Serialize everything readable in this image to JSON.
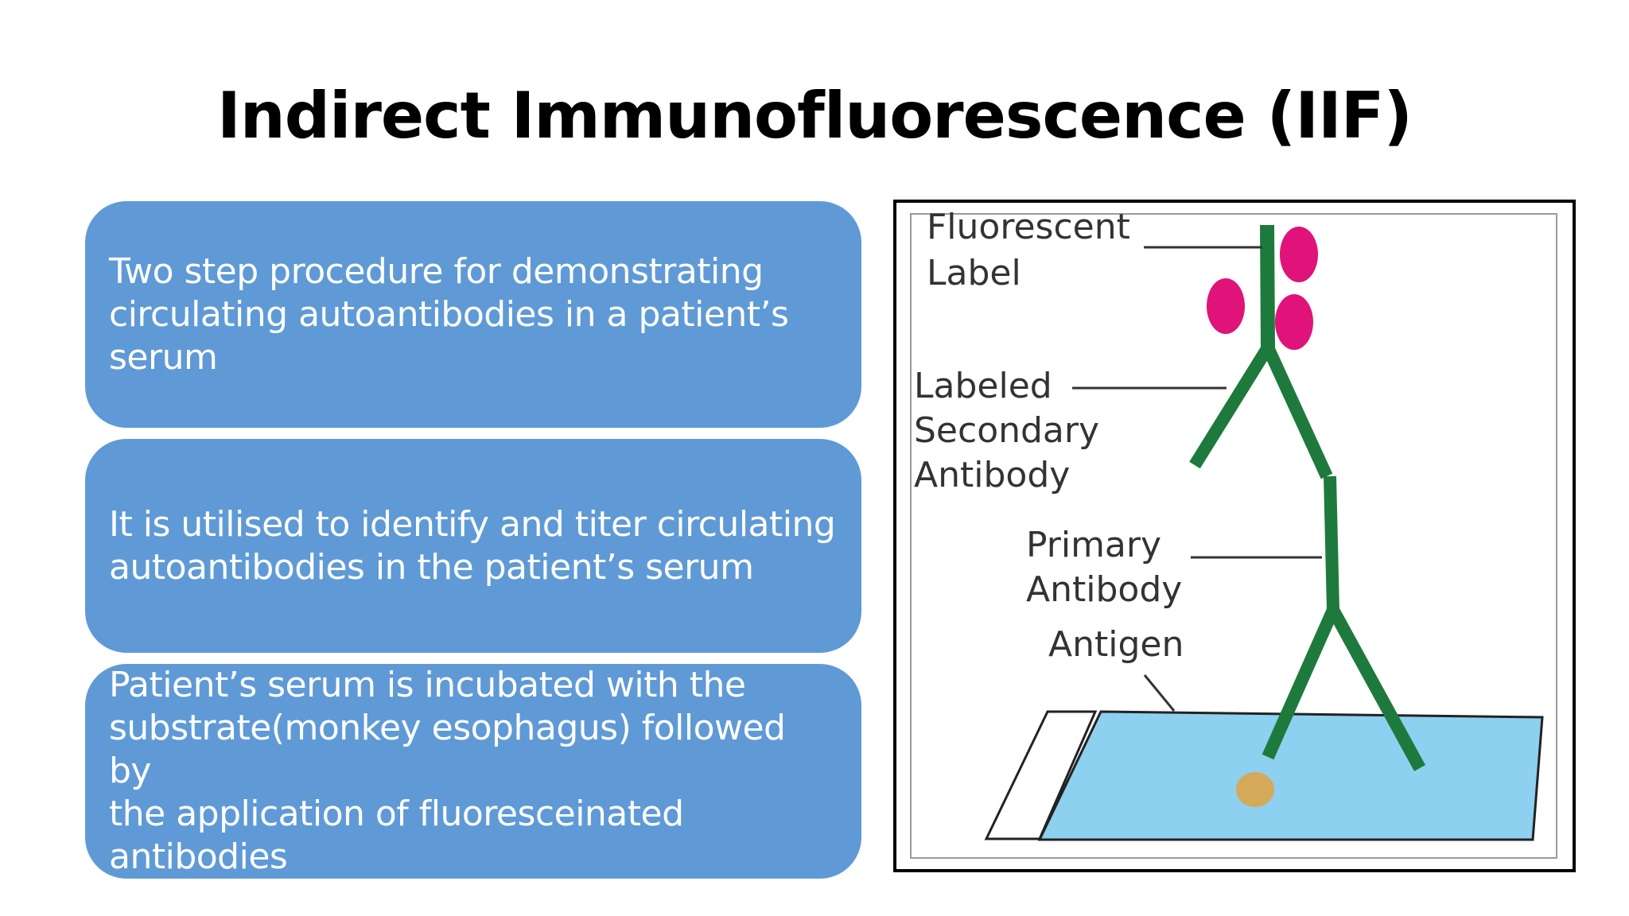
{
  "slide": {
    "title": "Indirect Immunofluorescence (IIF)",
    "boxes": [
      {
        "lines": [
          "Two step procedure for demonstrating",
          "circulating autoantibodies in a patient’s",
          "serum"
        ]
      },
      {
        "lines": [
          "It is utilised to identify and titer circulating",
          "autoantibodies in the patient’s serum"
        ]
      },
      {
        "lines": [
          "Patient’s serum is incubated with the",
          "substrate(monkey esophagus) followed by",
          "the application of fluoresceinated",
          "antibodies"
        ]
      }
    ],
    "box_color": "#5f9ad6"
  },
  "diagram": {
    "labels": {
      "fluorescent_1": "Fluorescent",
      "fluorescent_2": "Label",
      "labeled_1": "Labeled",
      "labeled_2": "Secondary",
      "labeled_3": "Antibody",
      "primary_1": "Primary",
      "primary_2": "Antibody",
      "antigen": "Antigen"
    },
    "colors": {
      "antibody": "#1e7a3c",
      "fluorescent_label": "#e0137a",
      "substrate": "#8dd0ef",
      "antigen": "#d4a95a"
    }
  }
}
